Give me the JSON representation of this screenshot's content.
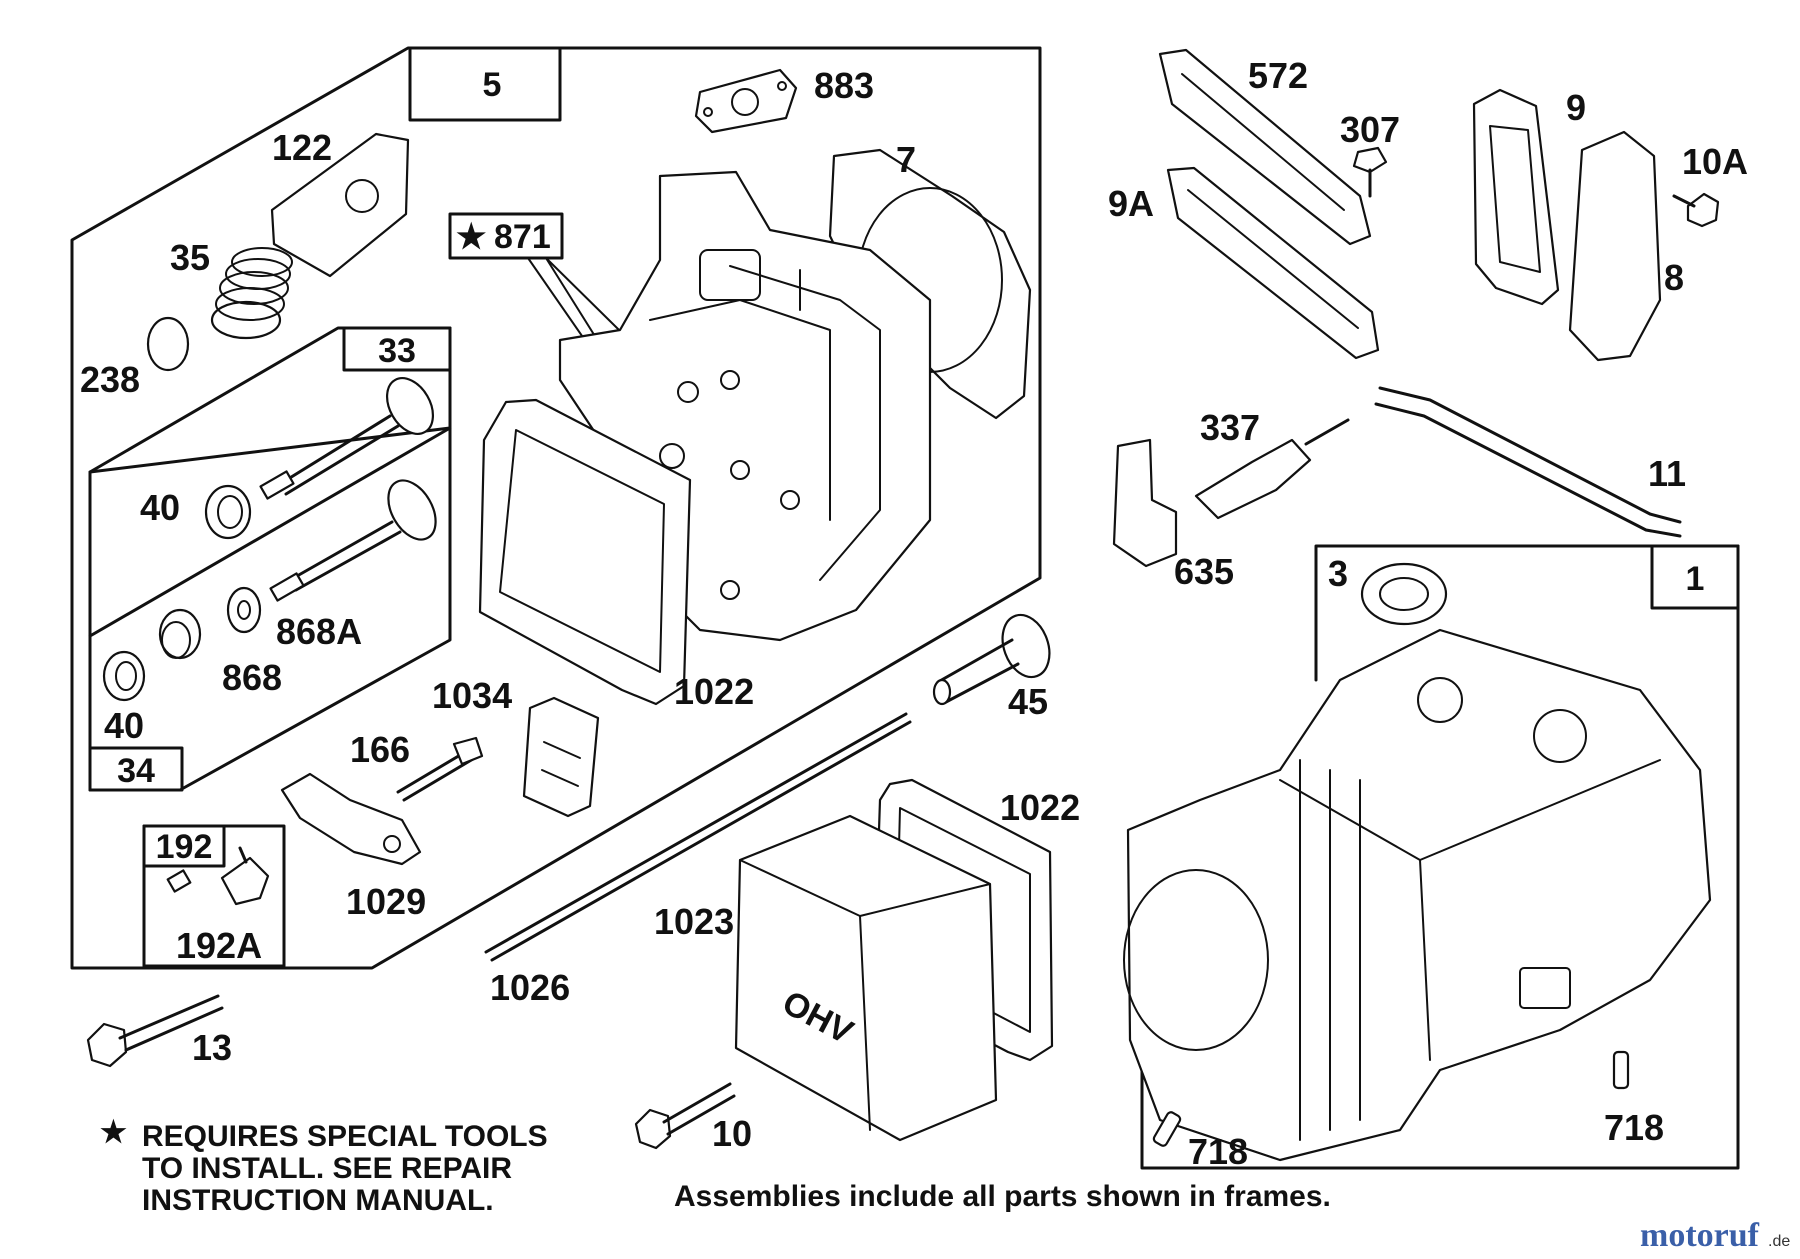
{
  "callouts": {
    "c883": "883",
    "c7": "7",
    "c122": "122",
    "c35": "35",
    "c238": "238",
    "c40a": "40",
    "c868A": "868A",
    "c868": "868",
    "c40b": "40",
    "c1034": "1034",
    "c1022a": "1022",
    "c166": "166",
    "c1029": "1029",
    "c192A": "192A",
    "c13": "13",
    "c1026": "1026",
    "c45": "45",
    "c1022b": "1022",
    "c1023": "1023",
    "c10": "10",
    "c572": "572",
    "c307": "307",
    "c9A": "9A",
    "c9": "9",
    "c10A": "10A",
    "c8": "8",
    "c337": "337",
    "c11": "11",
    "c635": "635",
    "c3": "3",
    "c718a": "718",
    "c718b": "718"
  },
  "frames": {
    "f5": "5",
    "f33": "33",
    "f34": "34",
    "f192": "192",
    "f1": "1",
    "f871": "871"
  },
  "star_glyph": "★",
  "notes": {
    "special_tools_line1": "REQUIRES SPECIAL TOOLS",
    "special_tools_line2": "TO INSTALL.  SEE REPAIR",
    "special_tools_line3": "INSTRUCTION MANUAL.",
    "assemblies": "Assemblies include all parts shown in frames."
  },
  "watermark": {
    "brand": "motoruf",
    "tld": ".de"
  }
}
